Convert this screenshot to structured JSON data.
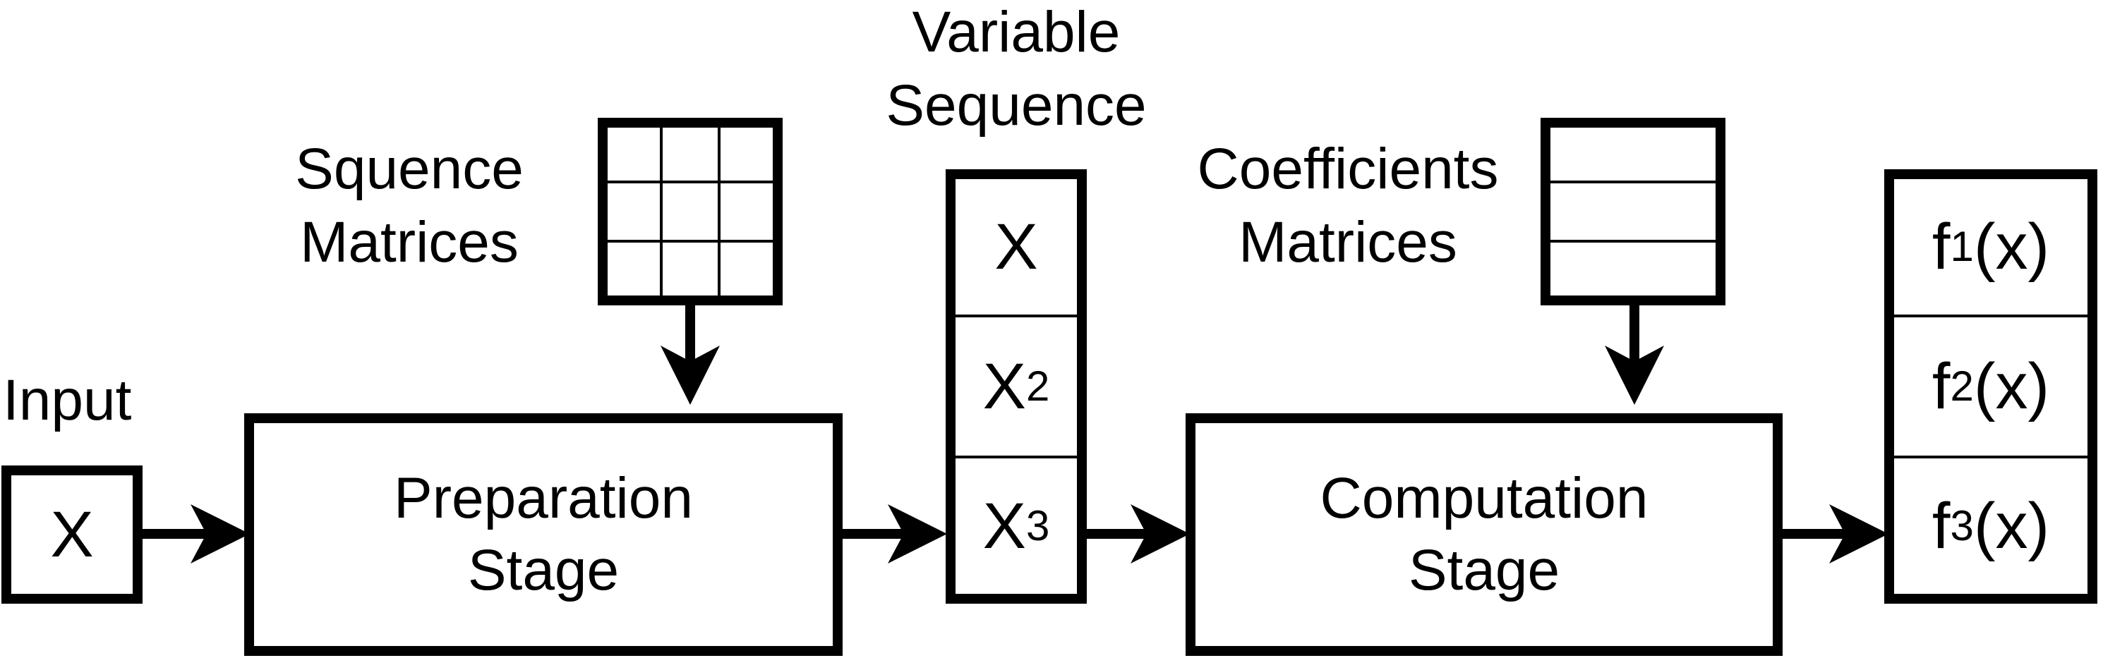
{
  "input": {
    "label": "Input",
    "value": "X"
  },
  "preparation": {
    "line1": "Preparation",
    "line2": "Stage"
  },
  "sequence_matrices": {
    "line1": "Squence",
    "line2": "Matrices"
  },
  "variable_sequence": {
    "line1": "Variable",
    "line2": "Sequence",
    "items": [
      {
        "base": "X",
        "exp": ""
      },
      {
        "base": "X",
        "exp": "2"
      },
      {
        "base": "X",
        "exp": "3"
      }
    ]
  },
  "coefficients_matrices": {
    "line1": "Coefficients",
    "line2": "Matrices"
  },
  "computation": {
    "line1": "Computation",
    "line2": "Stage"
  },
  "outputs": [
    {
      "fn": "f",
      "sub": "1",
      "arg": "(x)"
    },
    {
      "fn": "f",
      "sub": "2",
      "arg": "(x)"
    },
    {
      "fn": "f",
      "sub": "3",
      "arg": "(x)"
    }
  ]
}
